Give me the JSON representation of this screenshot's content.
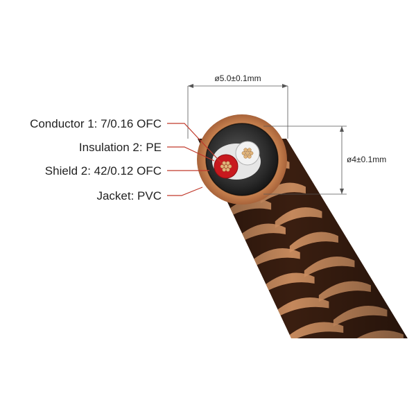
{
  "labels": {
    "conductor": "Conductor 1: 7/0.16 OFC",
    "insulation": "Insulation 2: PE",
    "shield": "Shield 2: 42/0.12 OFC",
    "jacket": "Jacket: PVC"
  },
  "dimensions": {
    "outer_diameter": "ø5.0±0.1mm",
    "inner_diameter": "ø4±0.1mm"
  },
  "colors": {
    "leader_line": "#c0392b",
    "jacket_copper": "#c87f4c",
    "braid_dark": "#3a1e10",
    "braid_light": "#d49465",
    "conductor_red": "#c8191e",
    "conductor_white": "#f2f2f2",
    "strand_gold": "#e0b47a"
  }
}
